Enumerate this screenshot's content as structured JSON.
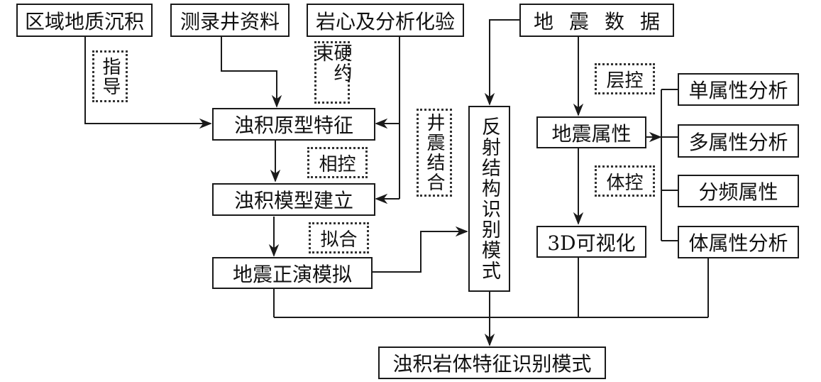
{
  "diagram": {
    "inputs": {
      "regional_geology": "区域地质沉积",
      "well_logging": "测录井资料",
      "core_analysis": "岩心及分析化验",
      "seismic_data": "地震数据"
    },
    "left_chain": {
      "prototype_features": "浊积原型特征",
      "model_building": "浊积模型建立",
      "forward_modeling": "地震正演模拟"
    },
    "center": {
      "reflection_pattern": "反射结构识别模式"
    },
    "right_chain": {
      "seismic_attributes": "地震属性",
      "visualization_3d": "3D可视化"
    },
    "attribute_analyses": [
      "单属性分析",
      "多属性分析",
      "分频属性",
      "体属性分析"
    ],
    "output": "浊积岩体特征识别模式",
    "annotations": {
      "guidance": "指导",
      "hard_constraint": "硬约束",
      "facies_control": "相控",
      "fitting": "拟合",
      "well_seismic": "井震结合",
      "horizon_control": "层控",
      "volume_control": "体控"
    }
  }
}
